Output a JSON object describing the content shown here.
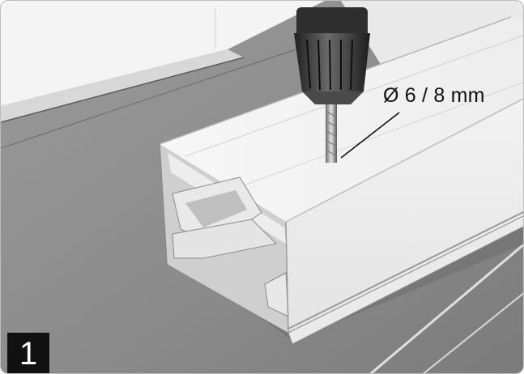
{
  "callout": {
    "text": "Ø 6 / 8 mm"
  },
  "step": {
    "number": "1"
  },
  "colors": {
    "floor": "#8d8d8d",
    "floor_dark": "#6f6f6f",
    "wall": "#f2f2f2",
    "duct_white": "#f4f4f4",
    "duct_shade": "#d9d9d9",
    "drill_body": "#3a3a3a",
    "badge": "#111111"
  },
  "icons": [
    "drill-icon",
    "cable-duct-illustration"
  ]
}
